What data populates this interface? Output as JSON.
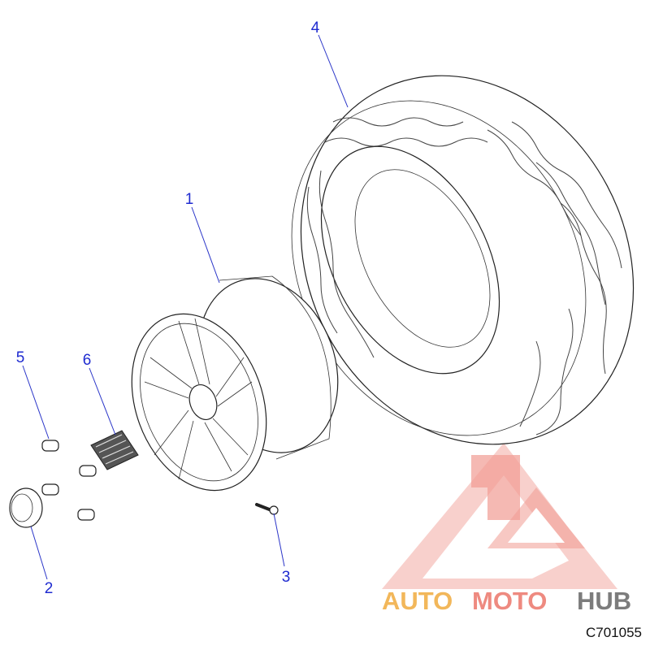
{
  "figure_id": "C701055",
  "callouts": [
    {
      "id": "1",
      "label": "1",
      "part": "wheel"
    },
    {
      "id": "2",
      "label": "2",
      "part": "center cap"
    },
    {
      "id": "3",
      "label": "3",
      "part": "valve stem"
    },
    {
      "id": "4",
      "label": "4",
      "part": "tire"
    },
    {
      "id": "5",
      "label": "5",
      "part": "lug nut"
    },
    {
      "id": "6",
      "label": "6",
      "part": "decal"
    }
  ],
  "watermark": {
    "word_auto": "AUTO",
    "word_moto": "MOTO",
    "word_hub": "HUB",
    "colors": {
      "auto": "#f2b75a",
      "moto": "#ee8a80",
      "hub": "#7c7c7c",
      "logo": "#ef9a92"
    }
  },
  "colors": {
    "callout_text": "#1f2bd0",
    "leader": "#2a35c8",
    "line_art": "#222222"
  }
}
